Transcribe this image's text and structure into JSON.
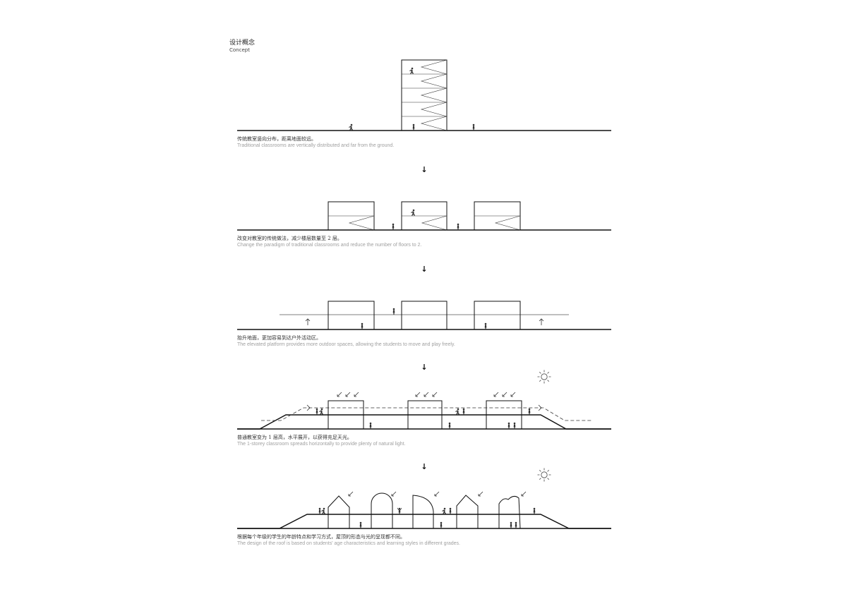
{
  "header": {
    "title_cn": "设计概念",
    "title_en": "Concept"
  },
  "steps": [
    {
      "caption_cn": "传统教室竖向分布，距离地面较远。",
      "caption_en": "Traditional classrooms are vertically distributed and far from the ground."
    },
    {
      "caption_cn": "改变对教室的传统做法，减少楼层数量至 2 层。",
      "caption_en": "Change the paradigm of traditional classrooms and reduce the number of floors to 2."
    },
    {
      "caption_cn": "抬升地面，更加容易到达户外活动区。",
      "caption_en": "The elevated platform provides more outdoor spaces, allowing the students to move and play freely."
    },
    {
      "caption_cn": "普通教室变为 1 层高，水平展开，以获得充足天光。",
      "caption_en": "The 1-storey classroom spreads horizontally to provide plenty of natural light."
    },
    {
      "caption_cn": "根据每个年级的学生的年龄特点和学习方式，屋顶的形态与光的呈现都不同。",
      "caption_en": "The design of the roof is based on students' age characteristics and learning styles in different grades."
    }
  ],
  "arrows": {
    "down_glyph": "↓"
  },
  "icons": {
    "sun": "sun-icon",
    "person": "person-icon",
    "light_ray": "light-ray-arrow-icon"
  },
  "colors": {
    "line": "#111111",
    "caption_en": "#a0a0a0",
    "faint_line": "#555555"
  }
}
